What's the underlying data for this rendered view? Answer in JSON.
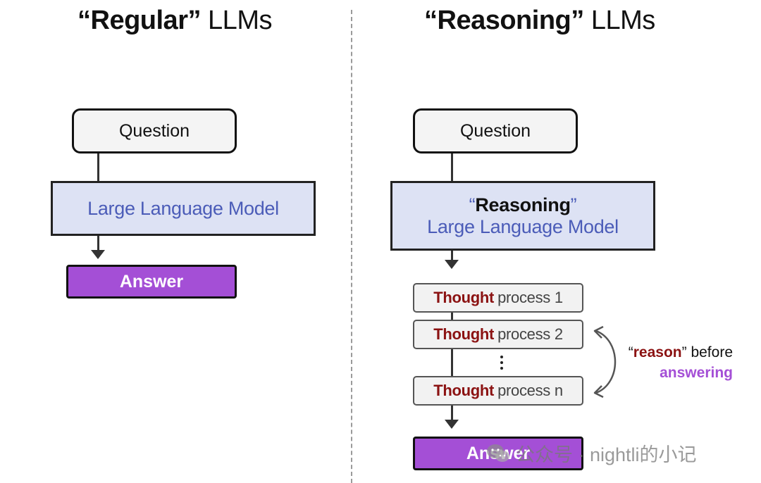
{
  "left": {
    "title_bold": "“Regular”",
    "title_rest": "LLMs",
    "question": "Question",
    "llm": "Large Language Model",
    "answer": "Answer"
  },
  "right": {
    "title_bold": "“Reasoning”",
    "title_rest": "LLMs",
    "question": "Question",
    "llm_open_quote": "“",
    "llm_top": "Reasoning",
    "llm_close_quote": "”",
    "llm_bottom": "Large Language Model",
    "thoughts": [
      {
        "word": "Thought",
        "rest": "process 1"
      },
      {
        "word": "Thought",
        "rest": "process 2"
      },
      {
        "word": "Thought",
        "rest": "process n"
      }
    ],
    "answer": "Answer",
    "note": {
      "open_quote": "“",
      "reason": "reason",
      "close_quote": "”",
      "before": "before",
      "answering": "answering"
    }
  },
  "watermark": "公众号 · nightli的小记",
  "colors": {
    "llm_fill": "#dde2f4",
    "llm_text": "#4b5cb8",
    "answer_fill": "#a44fd6",
    "thought_word": "#8b1212"
  }
}
